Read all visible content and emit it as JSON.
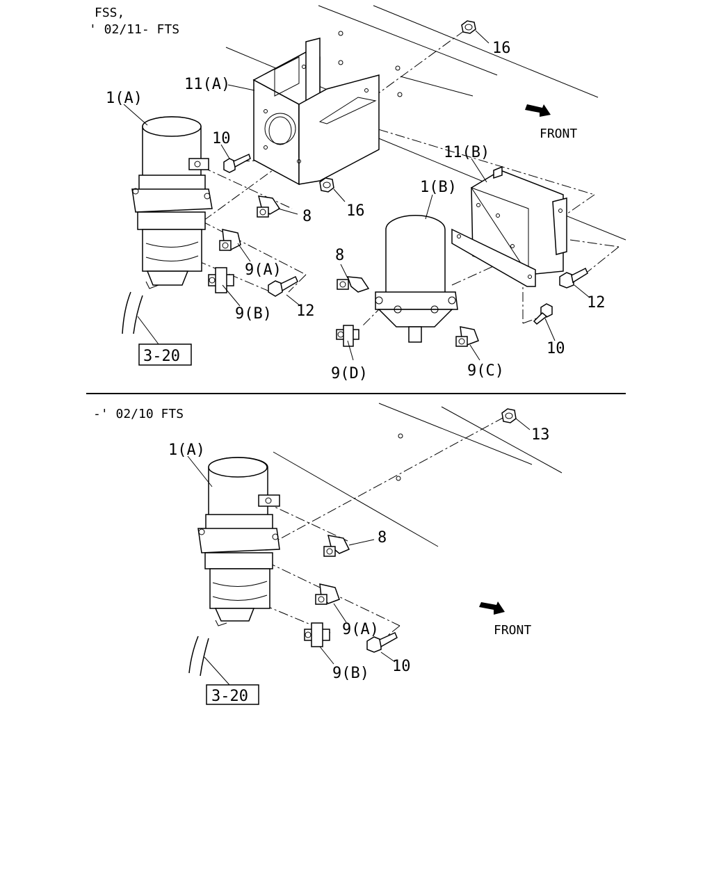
{
  "top_section": {
    "header_line1": "FSS,",
    "header_line2": "' 02/11- FTS",
    "labels": {
      "p16a": "16",
      "p11a": "11(A)",
      "p1a": "1(A)",
      "p10a": "10",
      "p8a": "8",
      "p16b": "16",
      "p9a": "9(A)",
      "p9b": "9(B)",
      "p12a": "12",
      "p11b": "11(B)",
      "p1b": "1(B)",
      "p8b": "8",
      "p12b": "12",
      "p10b": "10",
      "p9d": "9(D)",
      "p9c": "9(C)",
      "ref": "3-20",
      "front": "FRONT"
    }
  },
  "bottom_section": {
    "header": "-' 02/10 FTS",
    "labels": {
      "p13": "13",
      "p1a": "1(A)",
      "p8": "8",
      "p9a": "9(A)",
      "p9b": "9(B)",
      "p10": "10",
      "ref": "3-20",
      "front": "FRONT"
    }
  }
}
